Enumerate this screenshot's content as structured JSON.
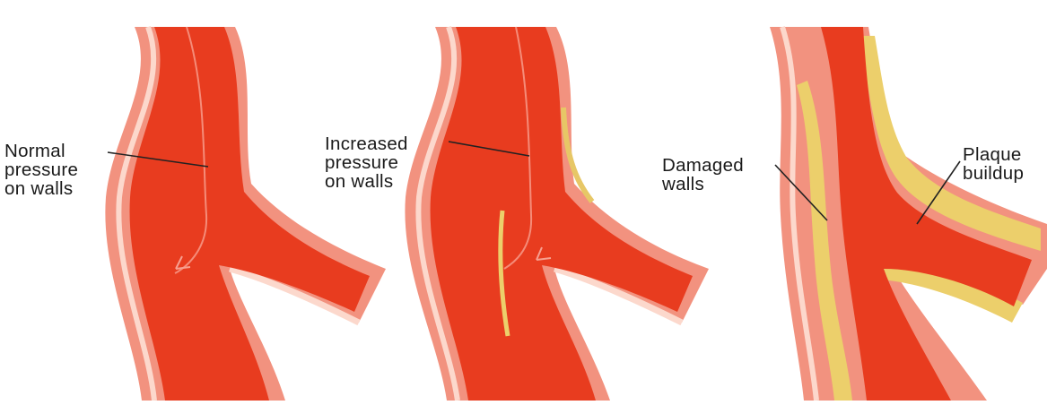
{
  "panels": [
    {
      "id": "normal",
      "label_lines": [
        "Normal",
        "pressure",
        "on walls"
      ]
    },
    {
      "id": "increased",
      "label_lines": [
        "Increased",
        "pressure",
        "on walls"
      ]
    },
    {
      "id": "damaged",
      "labels": [
        {
          "lines": [
            "Damaged",
            "walls"
          ]
        },
        {
          "lines": [
            "Plaque",
            "buildup"
          ]
        }
      ]
    }
  ],
  "colors": {
    "blood": "#e83a1e",
    "blood_dark": "#c92a16",
    "wall_outer": "#f08a78",
    "wall_highlight": "#fbd3c6",
    "plaque": "#eccf6b",
    "plaque_edge": "#c9a43a",
    "leader_line": "#222222"
  }
}
